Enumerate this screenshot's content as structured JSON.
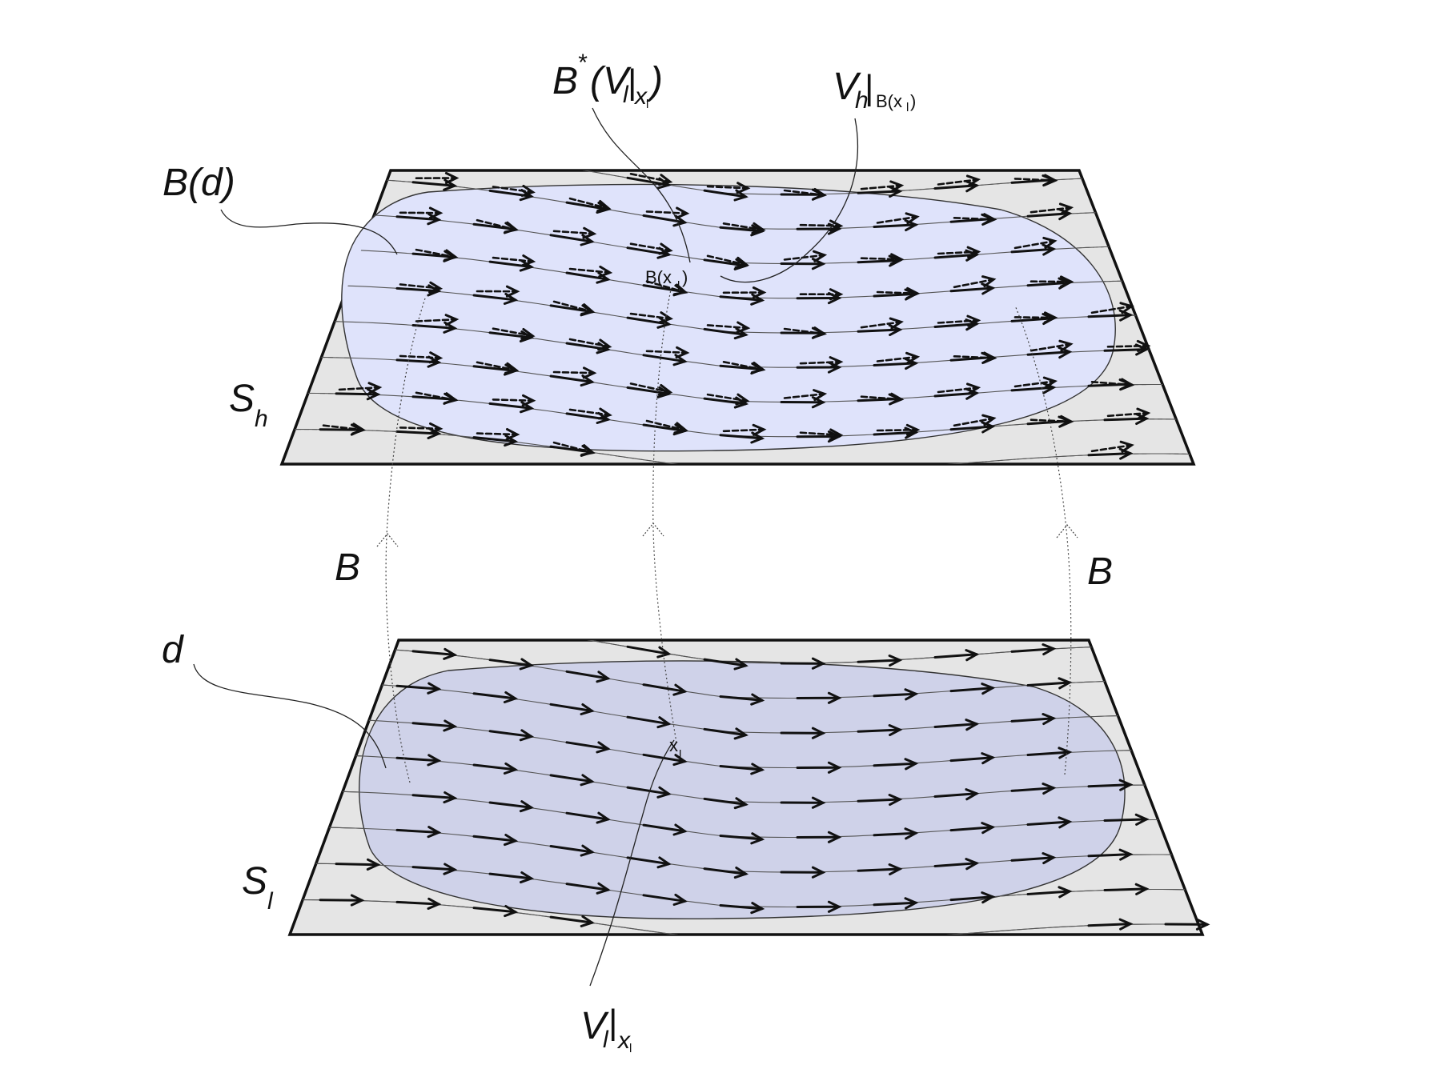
{
  "labels": {
    "bd": "B(d)",
    "sh_base": "S",
    "sh_sub": "h",
    "sl_base": "S",
    "sl_sub": "l",
    "d": "d",
    "b_left": "B",
    "b_right": "B",
    "bstar_base": "B",
    "bstar_star": "*",
    "bstar_open": "(V",
    "bstar_sub_l": "l",
    "bstar_bar": "|",
    "bstar_sub_x": "x",
    "bstar_sub_x_l": "l",
    "bstar_close": ")",
    "vh_base": "V",
    "vh_sub_h": "h",
    "vh_bar": "|",
    "vh_sub_b": "B(x",
    "vh_sub_b_l": "l",
    "vh_sub_b_close": ")",
    "vl_base": "V",
    "vl_sub_l": "l",
    "vl_bar": "|",
    "vl_sub_x": "x",
    "vl_sub_x_l": "l",
    "bxl_text": "B(x",
    "bxl_sub": "l",
    "bxl_close": ")",
    "xl_text": "x",
    "xl_sub": "l"
  },
  "colors": {
    "plane_fill": "#e5e5e5",
    "plane_stroke": "#111111",
    "upper_region": "#dfe3fb",
    "lower_region": "#cfd2e9",
    "region_stroke": "#333333",
    "arrow": "#111111",
    "streamline": "#555555"
  }
}
